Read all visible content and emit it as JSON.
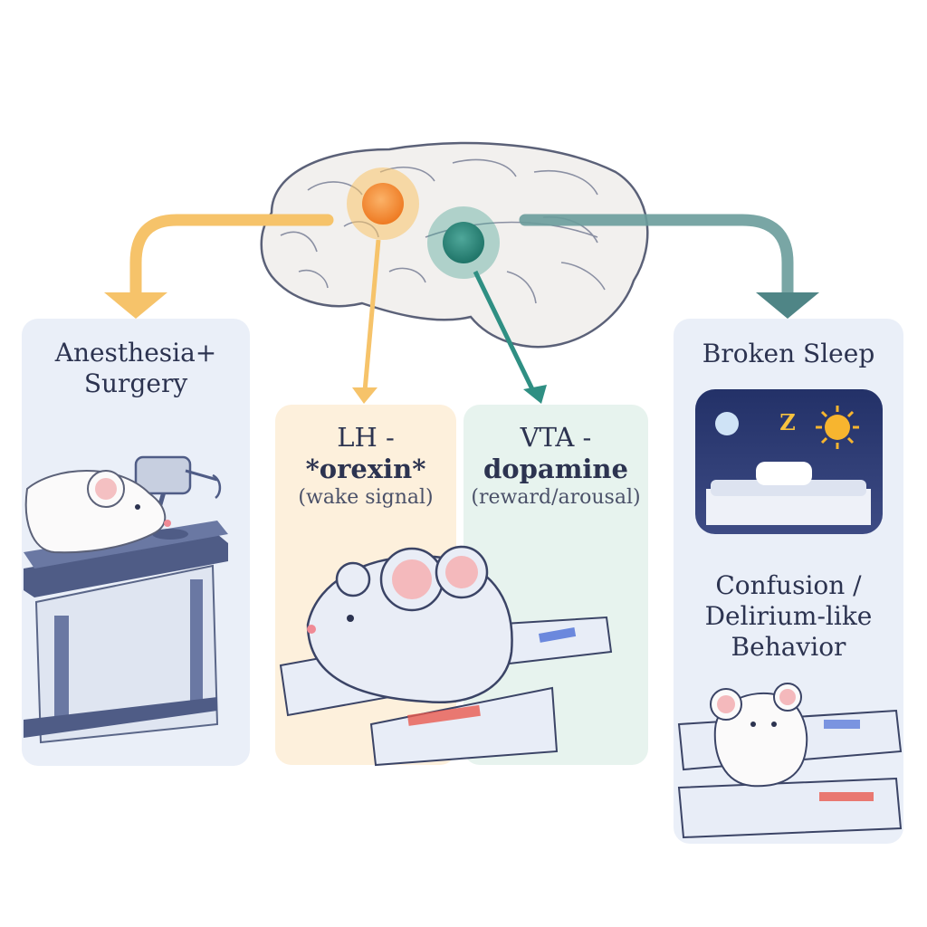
{
  "diagram": {
    "panels": {
      "left": {
        "line1": "Anesthesia+",
        "line2": "Surgery"
      },
      "orexin": {
        "line1": "LH -",
        "line2": "*orexin*",
        "sub": "(wake signal)"
      },
      "dopamine": {
        "line1": "VTA -",
        "line2": "dopamine",
        "sub": "(reward/arousal)"
      },
      "right": {
        "title": "Broken Sleep",
        "sleep_symbol": "Z",
        "line1": "Confusion /",
        "line2": "Delirium-like",
        "line3": "Behavior"
      }
    },
    "colors": {
      "orexin": "#f4a442",
      "dopamine": "#2f8f83",
      "arrow_left": "#f6c36a",
      "arrow_right": "#5f9393",
      "panel_blue": "#eaeff8",
      "panel_peach": "#fdf0dc",
      "panel_mint": "#e7f3ee"
    },
    "icons": [
      "brain-illustration",
      "mouse-icon",
      "surgical-lamp-icon",
      "moon-icon",
      "sun-icon",
      "bed-icon",
      "maze-icon"
    ]
  }
}
